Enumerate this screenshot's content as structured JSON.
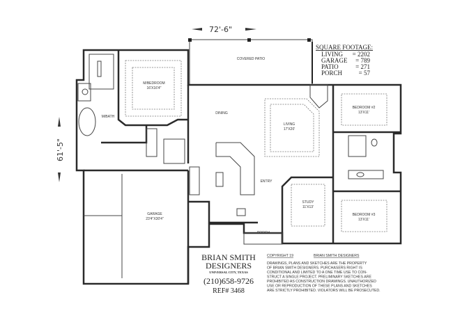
{
  "dimensions": {
    "width": "72'-6\"",
    "depth": "61'-5\""
  },
  "square_footage": {
    "title": "SQUARE FOOTAGE:",
    "rows": [
      {
        "label": "LIVING",
        "value": "= 2202"
      },
      {
        "label": "GARAGE",
        "value": "= 789"
      },
      {
        "label": "PATIO",
        "value": "= 271"
      },
      {
        "label": "PORCH",
        "value": "= 57"
      }
    ]
  },
  "rooms": {
    "covered_patio": "COVERED PATIO",
    "master_bedroom": {
      "name": "M/BEDROOM",
      "size": "16'X16'4\""
    },
    "master_bath": "M/BATH",
    "dining": "DINING",
    "living": {
      "name": "LIVING",
      "size": "17'X20'"
    },
    "bedroom2": {
      "name": "BEDROOM #2",
      "size": "13'X11'"
    },
    "bedroom3": {
      "name": "BEDROOM #3",
      "size": "13'X11'"
    },
    "study": {
      "name": "STUDY",
      "size": "11'X13'"
    },
    "entry": "ENTRY",
    "porch": "PORCH",
    "garage": {
      "name": "GARAGE",
      "size": "23'4\"X30'4\""
    }
  },
  "firm": {
    "name_line1": "BRIAN SMITH",
    "name_line2": "DESIGNERS",
    "location": "UNIVERSAL CITY, TEXAS",
    "phone": "(210)658-9726",
    "ref": "REF# 3468"
  },
  "copyright": {
    "line": "COPYRIGHT 19",
    "owner": "BRIAN SMITH DESIGNERS",
    "text": [
      "DRAWINGS, PLANS AND SKETCHES ARE THE PROPERTY",
      "OF BRIAN SMITH DESIGNERS.  PURCHASERS RIGHT IS",
      "CONDITIONAL AND LIMITED TO A ONE TIME USE TO CON-",
      "STRUCT A SINGLE PROJECT.  PRELIMINARY SKETCHES ARE",
      "PROHIBITED AS CONSTRUCTION DRAWINGS.  UNAUTHORIZED",
      "USE OR REPRODUCTION OF THESE PLANS AND SKETCHES",
      "ARE STRICTLY PROHIBITED.  VIOLATORS WILL BE PROSECUTED."
    ]
  }
}
